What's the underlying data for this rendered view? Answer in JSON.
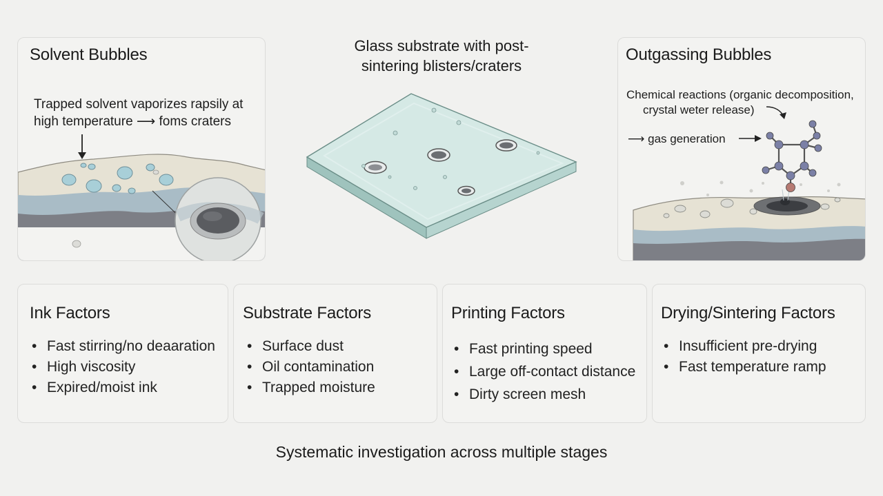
{
  "solvent": {
    "title": "Solvent Bubbles",
    "callout_line1": "Trapped solvent vaporizes rapsily at",
    "callout_line2_a": "high temperature",
    "callout_line2_b": "foms craters"
  },
  "center": {
    "title_line1": "Glass substrate with post-",
    "title_line2": "sintering blisters/craters"
  },
  "outgassing": {
    "title": "Outgassing Bubbles",
    "callout_line1": "Chemical reactions (organic decomposition,",
    "callout_line2": "crystal weter release)",
    "callout_line3": "gas generation"
  },
  "factors": [
    {
      "title": "Ink Factors",
      "items": [
        "Fast stirring/no deaaration",
        "High viscosity",
        "Expired/moist ink"
      ]
    },
    {
      "title": "Substrate Factors",
      "items": [
        "Surface dust",
        "Oil contamination",
        "Trapped moisture"
      ]
    },
    {
      "title": "Printing Factors",
      "items": [
        "Fast printing speed",
        "Large off-contact distance",
        "Dirty screen mesh"
      ]
    },
    {
      "title": "Drying/Sintering Factors",
      "items": [
        "Insufficient pre-drying",
        "Fast temperature ramp"
      ]
    }
  ],
  "footer": "Systematic investigation across multiple stages",
  "colors": {
    "layer_top": "#e6e2d4",
    "layer_mid": "#a9bcc6",
    "layer_bottom": "#7d7f86",
    "glass": "#c9e2de",
    "bubble": "#a8cfd8"
  }
}
